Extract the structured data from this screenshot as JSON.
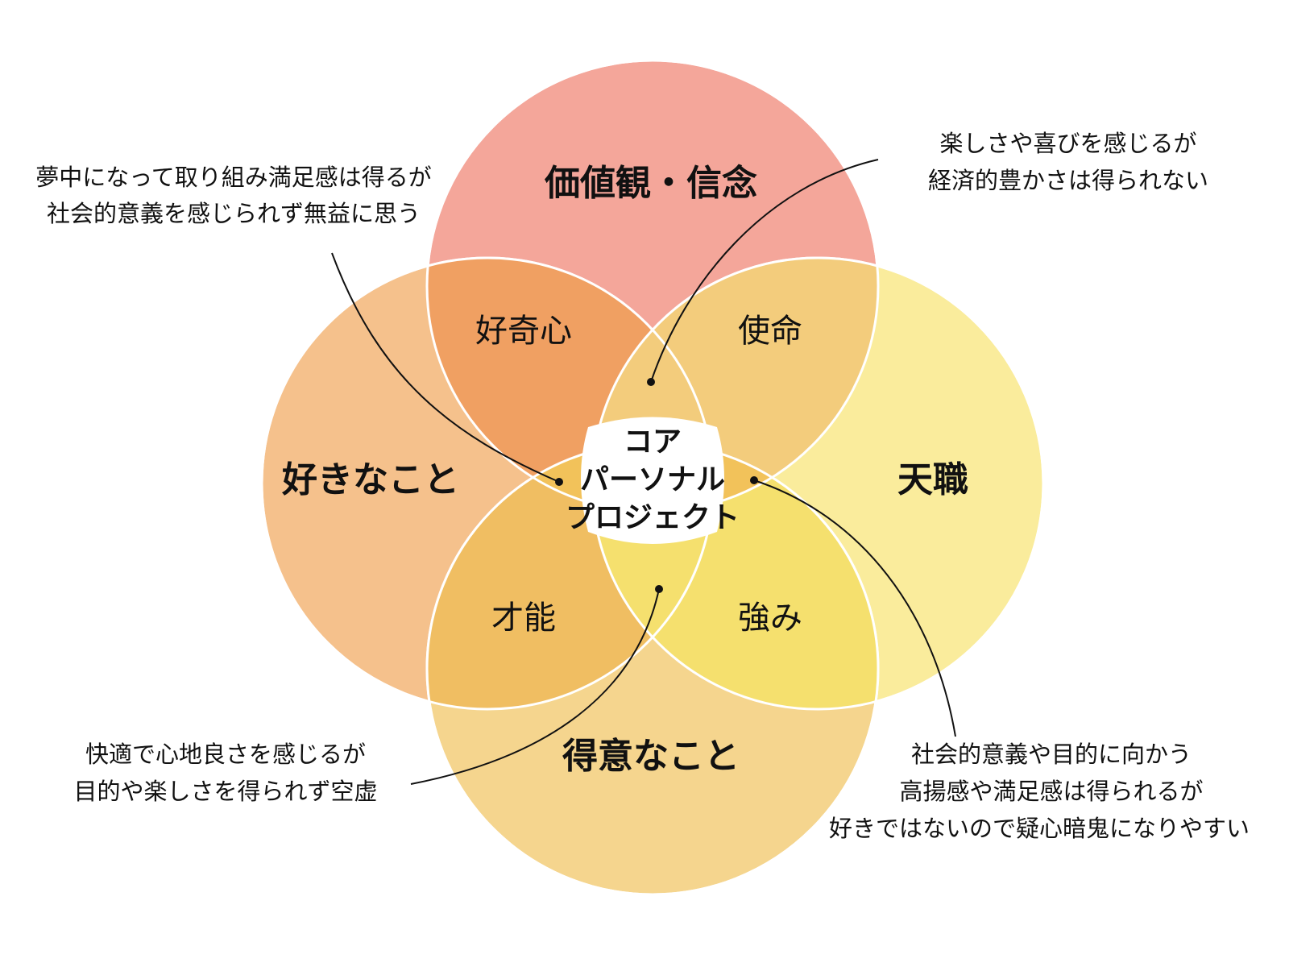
{
  "colors": {
    "values_circle": "#F4A69A",
    "likes_circle": "#F5C18C",
    "vocation_circle": "#FAEC9C",
    "skills_circle": "#F5D58E",
    "curiosity": "#F0A062",
    "mission": "#F3CC7C",
    "talent": "#F0BE62",
    "strength": "#F5E06E",
    "center_overlap": "#F2C25A",
    "core_bg": "#ffffff"
  },
  "circles": {
    "values": "価値観・信念",
    "likes": "好きなこと",
    "vocation": "天職",
    "skills": "得意なこと"
  },
  "overlaps": {
    "curiosity": "好奇心",
    "mission": "使命",
    "talent": "才能",
    "strength": "強み"
  },
  "core": {
    "line1": "コア",
    "line2": "パーソナル",
    "line3": "プロジェクト"
  },
  "notes": {
    "top_left": [
      "夢中になって取り組み満足感は得るが",
      "社会的意義を感じられず無益に思う"
    ],
    "top_right": [
      "楽しさや喜びを感じるが",
      "経済的豊かさは得られない"
    ],
    "bottom_left": [
      "快適で心地良さを感じるが",
      "目的や楽しさを得られず空虚"
    ],
    "bottom_right": [
      "社会的意義や目的に向かう",
      "高揚感や満足感は得られるが",
      "好きではないので疑心暗鬼になりやすい"
    ]
  }
}
